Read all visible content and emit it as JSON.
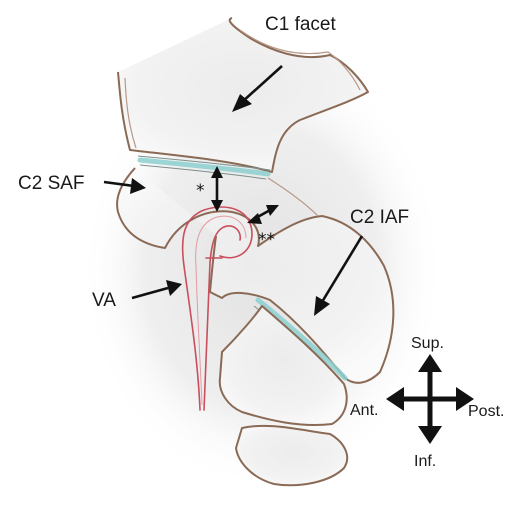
{
  "labels": {
    "c1_facet": "C1 facet",
    "c2_saf": "C2 SAF",
    "c2_iaf": "C2 IAF",
    "va": "VA",
    "single_star": "*",
    "double_star": "**"
  },
  "compass": {
    "sup": "Sup.",
    "inf": "Inf.",
    "ant": "Ant.",
    "post": "Post."
  },
  "colors": {
    "bone_outline": "#8a6a55",
    "cartilage": "#8ccfcf",
    "vertebral_artery": "#c94f5c",
    "arrows": "#111111"
  }
}
